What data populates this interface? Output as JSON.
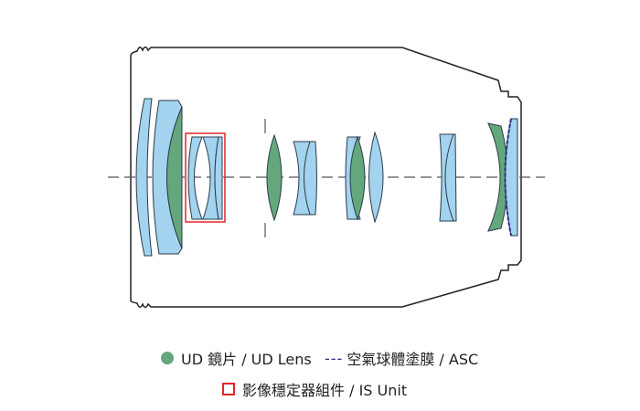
{
  "colors": {
    "plain_lens": "#a3d3ee",
    "ud_lens": "#65a77c",
    "is_unit": "#e0262a",
    "asc": "#2a2f8f",
    "outline": "#333333"
  },
  "legend": {
    "ud": "UD 鏡片 /  UD Lens",
    "asc_marker": "---",
    "asc": "空氣球體塗膜 / ASC",
    "is": "影像穩定器組件 / IS Unit"
  }
}
